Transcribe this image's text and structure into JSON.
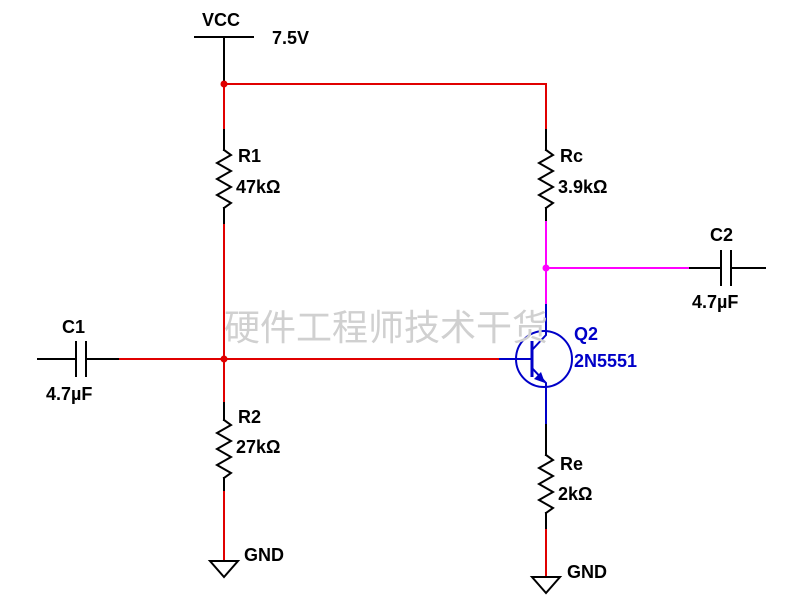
{
  "schematic": {
    "supply": {
      "name": "VCC",
      "voltage": "7.5V"
    },
    "resistors": [
      {
        "ref": "R1",
        "value": "47kΩ"
      },
      {
        "ref": "R2",
        "value": "27kΩ"
      },
      {
        "ref": "Rc",
        "value": "3.9kΩ"
      },
      {
        "ref": "Re",
        "value": "2kΩ"
      }
    ],
    "capacitors": [
      {
        "ref": "C1",
        "value": "4.7µF"
      },
      {
        "ref": "C2",
        "value": "4.7µF"
      }
    ],
    "transistor": {
      "ref": "Q2",
      "part": "2N5551"
    },
    "grounds": [
      {
        "label": "GND"
      },
      {
        "label": "GND"
      }
    ],
    "watermark": "硬件工程师技术干货"
  },
  "colors": {
    "supply_net": "#e00000",
    "base_net": "#e00000",
    "collector_net": "#ff00ff",
    "component": "#000000",
    "transistor": "#0000c8",
    "label": "#000000",
    "transistor_label": "#0000c8",
    "watermark": "#d0d0d0"
  }
}
